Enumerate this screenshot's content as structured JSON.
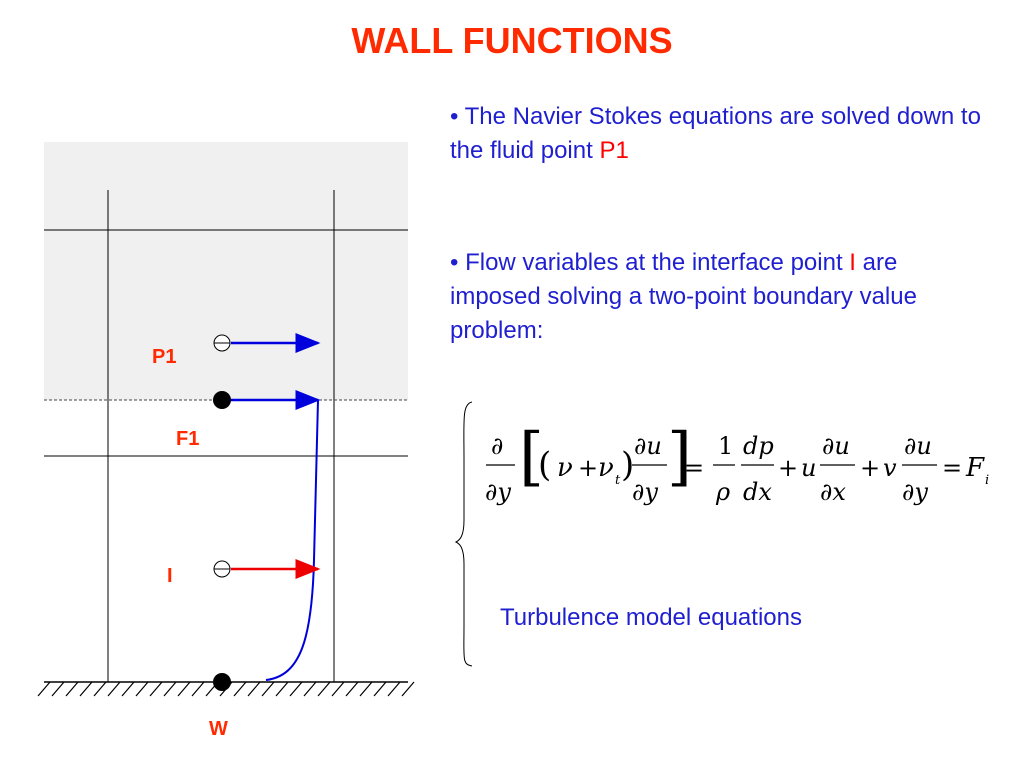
{
  "title": "WALL FUNCTIONS",
  "bullets": [
    {
      "marker": "•",
      "text": "The Navier Stokes equations are solved down to the fluid point",
      "highlight": "P1"
    },
    {
      "marker": "•",
      "text": "Flow variables at the interface point",
      "highlight": "I",
      "rest": "are imposed solving a two-point boundary value problem:"
    }
  ],
  "turbulence_label": "Turbulence model equations",
  "points": {
    "P1": "P1",
    "F1": "F1",
    "I": "I",
    "W": "W"
  },
  "equation": {
    "lhs_partial_top": "∂",
    "lhs_partial_bottom": "∂y",
    "nu": "ν",
    "plus": "+",
    "nu_t": "ν",
    "nu_t_sub": "t",
    "du_top": "∂u",
    "du_bottom": "∂y",
    "equals": "=",
    "one": "1",
    "rho": "ρ",
    "dp": "dp",
    "dx": "dx",
    "u": "u",
    "du2_top": "∂u",
    "du2_bottom": "∂x",
    "v": "v",
    "du3_top": "∂u",
    "du3_bottom": "∂y",
    "F": "F",
    "F_sub": "i"
  },
  "colors": {
    "title": "#ff2a00",
    "text": "#1f1fd0",
    "highlight": "#ff0000",
    "arrow_blue": "#0000dd",
    "arrow_red": "#ee0000",
    "shade": "#f0f0f0"
  }
}
